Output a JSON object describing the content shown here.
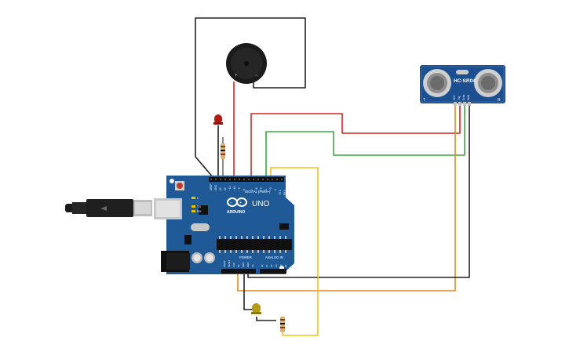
{
  "board": {
    "name": "UNO",
    "brand": "ARDUINO",
    "digital_label": "DIGITAL (PWM~)",
    "power_label": "POWER",
    "analog_label": "ANALOG IN",
    "aref_label": "AREF",
    "gnd_label": "GND",
    "led_l_label": "L",
    "tx_label": "TX",
    "rx_label": "RX",
    "digital_pins": [
      "13",
      "12",
      "~11",
      "~10",
      "~9",
      "8",
      "7",
      "~6",
      "~5",
      "4",
      "~3",
      "2",
      "TX 1",
      "RX 0"
    ],
    "power_pins": [
      "IOREF",
      "RESET",
      "3.3V",
      "5V",
      "GND",
      "GND",
      "Vin"
    ],
    "analog_pins": [
      "A0",
      "A1",
      "A2",
      "A3",
      "A4",
      "A5"
    ],
    "color": "#1f5a96"
  },
  "sensor": {
    "model": "HC-SR04",
    "left_mark": "T",
    "right_mark": "R",
    "pins": [
      "VCC",
      "Trig",
      "Echo",
      "GND"
    ],
    "color": "#1c4f8f"
  },
  "buzzer": {
    "plus": "+",
    "minus": "−"
  },
  "colors": {
    "wire_black": "#222222",
    "wire_red": "#d3271e",
    "wire_green": "#3aa93a",
    "wire_yellow": "#f2c21b",
    "wire_orange": "#e8861a",
    "led_red": "#b01a12",
    "led_yellow": "#b59a14"
  }
}
